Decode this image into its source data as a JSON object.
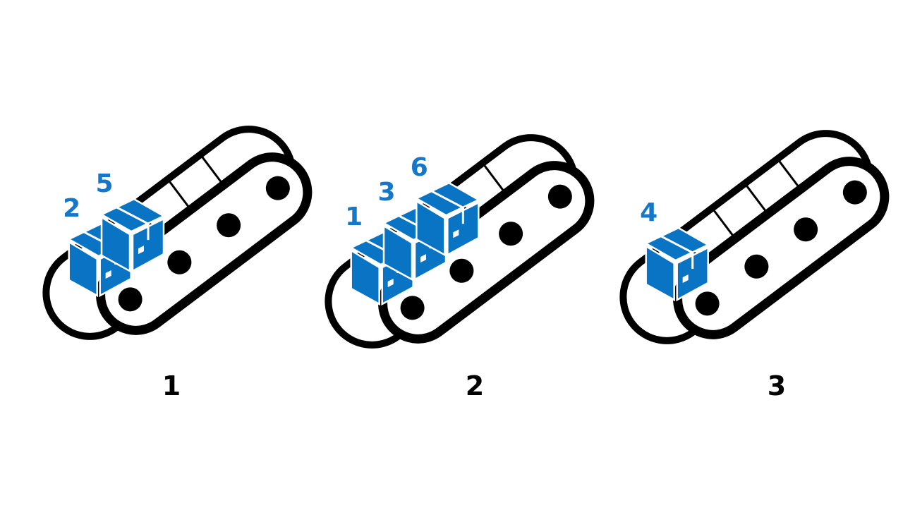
{
  "colors": {
    "box": "#0a74c4",
    "box_label": "#1677c9",
    "belt": "#000000"
  },
  "conveyors": [
    {
      "label": "1",
      "segments": 5,
      "boxes": [
        {
          "number": "2",
          "slot": 0
        },
        {
          "number": "5",
          "slot": 1
        }
      ]
    },
    {
      "label": "2",
      "segments": 5,
      "boxes": [
        {
          "number": "1",
          "slot": 0
        },
        {
          "number": "3",
          "slot": 1
        },
        {
          "number": "6",
          "slot": 2
        }
      ]
    },
    {
      "label": "3",
      "segments": 5,
      "boxes": [
        {
          "number": "4",
          "slot": 0
        }
      ]
    }
  ]
}
